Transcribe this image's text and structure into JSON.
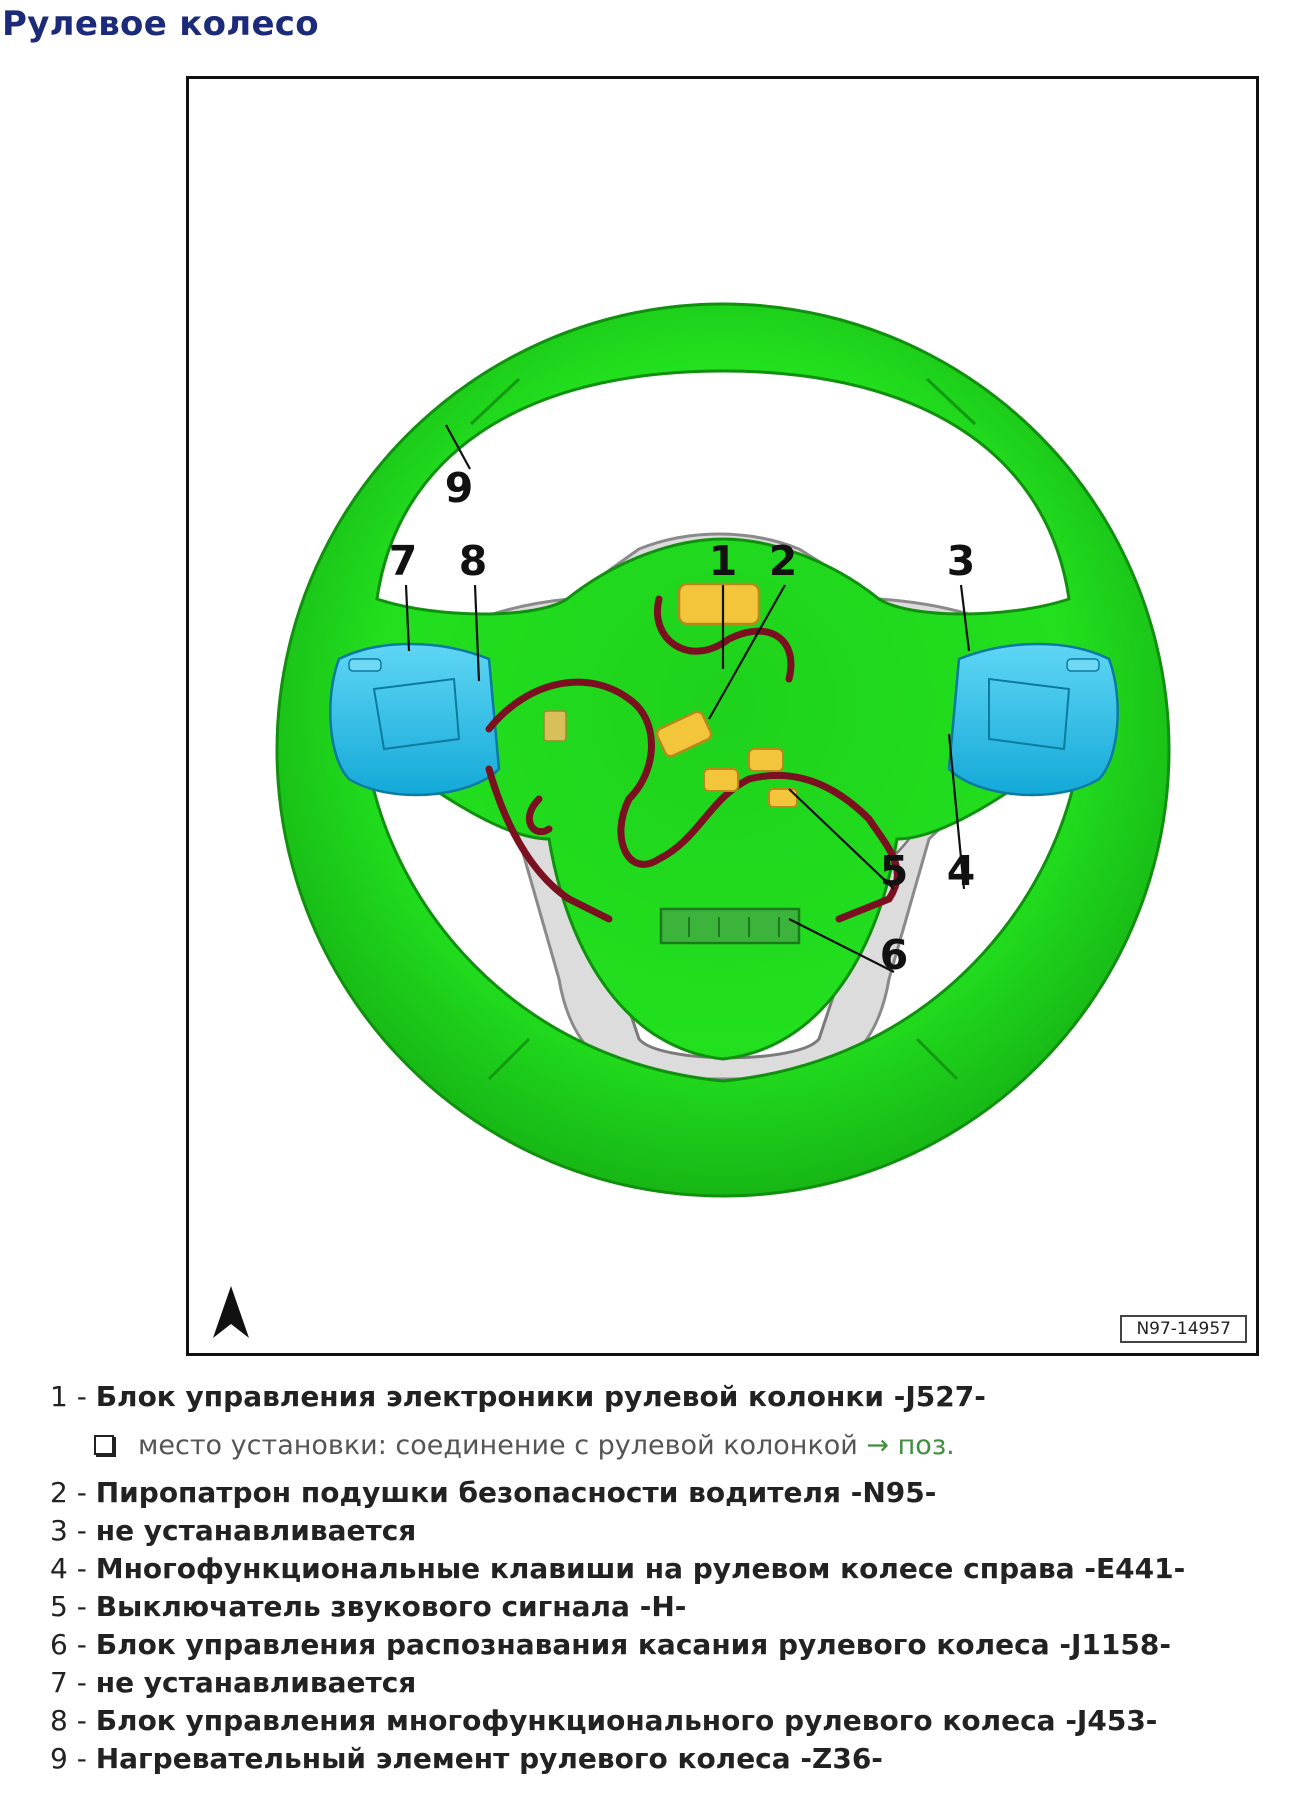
{
  "title": "Рулевое колесо",
  "figure": {
    "code": "N97-14957",
    "callouts": [
      "1",
      "2",
      "3",
      "4",
      "5",
      "6",
      "7",
      "8",
      "9"
    ],
    "colors": {
      "rim": "#22e01e",
      "buttons": "#1ec2ef",
      "modules": "#f2c53a",
      "touch_sensor": "#3cb43c",
      "wiring": "#7a1020",
      "hub": "#d8d8d8"
    },
    "icons": {
      "north_arrow": "north-arrow-icon"
    }
  },
  "legend": {
    "items": [
      {
        "num": "1 - ",
        "label": "Блок управления электроники рулевой колонки -J527-"
      },
      {
        "num": "2 - ",
        "label": "Пиропатрон подушки безопасности водителя -N95-"
      },
      {
        "num": "3 - ",
        "label": "не устанавливается"
      },
      {
        "num": "4 - ",
        "label": "Многофункциональные клавиши на рулевом колесе справа -E441-"
      },
      {
        "num": "5 - ",
        "label": "Выключатель звукового сигнала -H-"
      },
      {
        "num": "6 - ",
        "label": "Блок управления распознавания касания рулевого колеса -J1158-"
      },
      {
        "num": "7 - ",
        "label": "не устанавливается"
      },
      {
        "num": "8 - ",
        "label": "Блок управления многофункционального рулевого колеса -J453-"
      },
      {
        "num": "9 - ",
        "label": "Нагревательный элемент рулевого колеса -Z36-"
      }
    ],
    "note": {
      "text": "место установки: соединение с рулевой колонкой",
      "link_arrow": "→",
      "link_text": "поз."
    }
  }
}
